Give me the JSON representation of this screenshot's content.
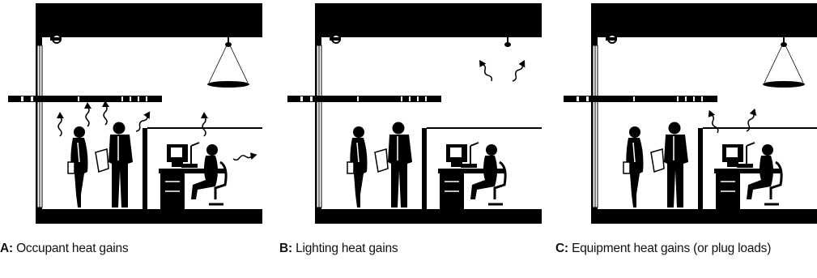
{
  "panels": [
    {
      "letter": "A:",
      "caption": "Occupant heat gains",
      "heat_source": "occupants"
    },
    {
      "letter": "B:",
      "caption": "Lighting heat gains",
      "heat_source": "lighting"
    },
    {
      "letter": "C:",
      "caption": "Equipment heat gains (or plug loads)",
      "heat_source": "equipment"
    }
  ],
  "colors": {
    "ink": "#000000",
    "paper": "#ffffff",
    "text": "#111111"
  }
}
